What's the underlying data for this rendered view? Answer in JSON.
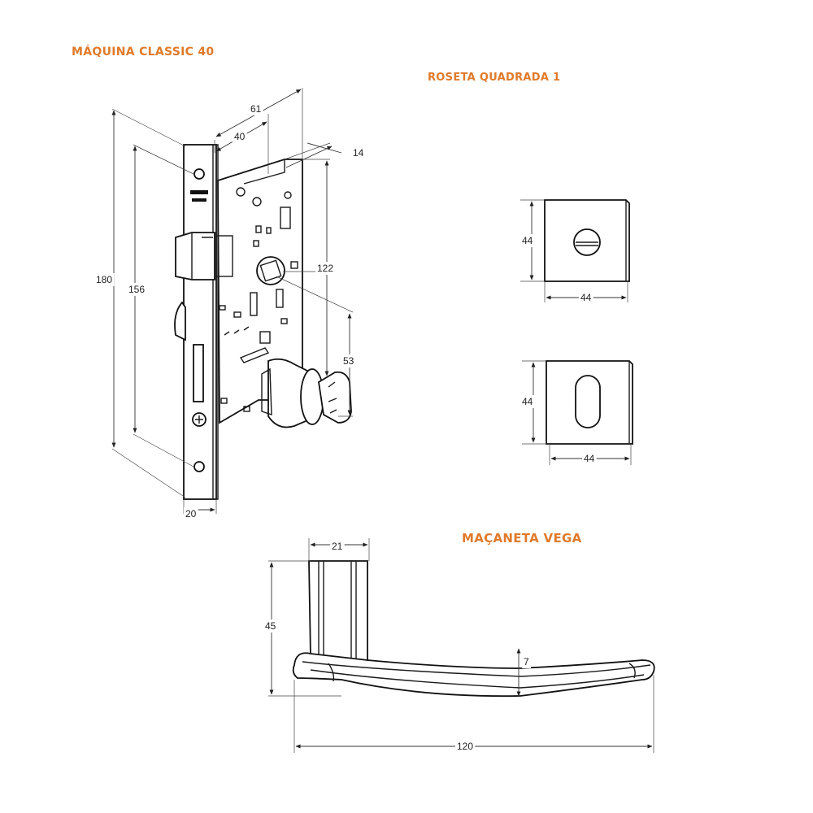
{
  "titles": {
    "machine": "MÁQUINA CLASSIC 40",
    "rosette": "ROSETA QUADRADA 1",
    "handle": "MAÇANETA VEGA"
  },
  "machine_dimensions": {
    "d61": "61",
    "d40": "40",
    "d14": "14",
    "d180": "180",
    "d156": "156",
    "d122": "122",
    "d53": "53",
    "d20": "20"
  },
  "rosette_dimensions": {
    "top_height": "44",
    "top_width": "44",
    "bottom_height": "44",
    "bottom_width": "44"
  },
  "handle_dimensions": {
    "d21": "21",
    "d45": "45",
    "d7": "7",
    "d120": "120"
  },
  "colors": {
    "title": "#e07a2a",
    "line": "#1a1a1a"
  }
}
